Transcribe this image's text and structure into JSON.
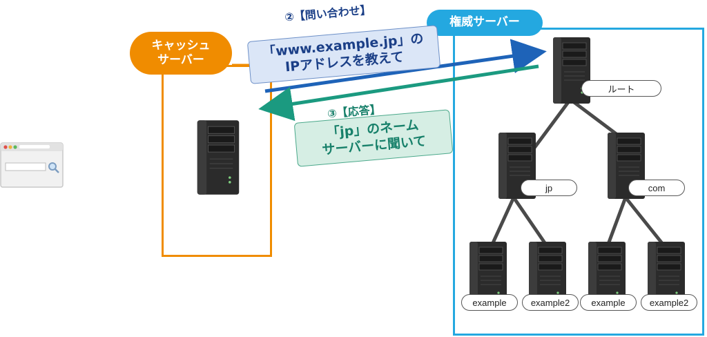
{
  "cache_server": {
    "label_line1": "キャッシュ",
    "label_line2": "サーバー"
  },
  "authoritative": {
    "label": "権威サーバー"
  },
  "request": {
    "step": "②【問い合わせ】",
    "message_line1": "「www.example.jp」の",
    "message_line2": "IPアドレスを教えて"
  },
  "response": {
    "step": "③【応答】",
    "message_line1": "「jp」のネーム",
    "message_line2": "サーバーに聞いて"
  },
  "nodes": {
    "root": "ルート",
    "jp": "jp",
    "com": "com",
    "example_a": "example",
    "example2_a": "example2",
    "example_b": "example",
    "example2_b": "example2"
  },
  "colors": {
    "cache": "#f08c00",
    "authoritative": "#24a8e0",
    "request_arrow": "#1e63b8",
    "response_arrow": "#1b9a80"
  },
  "icons": {
    "browser": "browser-window-icon",
    "server": "tower-server-icon",
    "magnifier": "magnifier-icon"
  }
}
